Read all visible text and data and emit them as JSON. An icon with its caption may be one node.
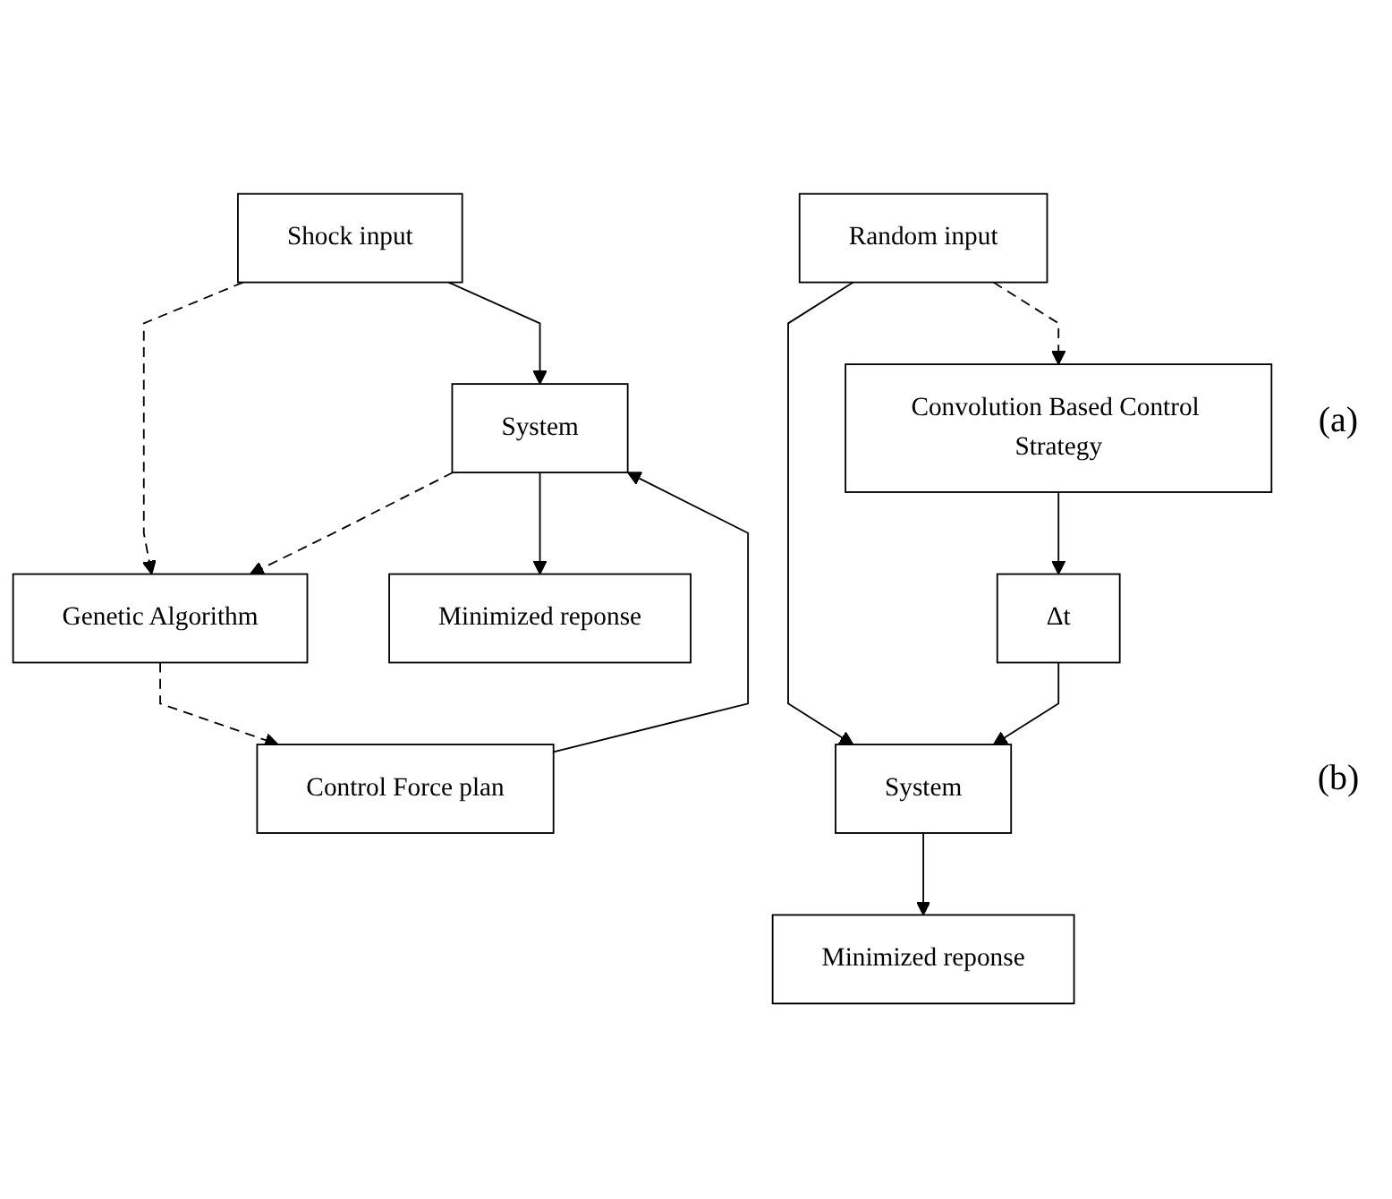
{
  "diagram": {
    "nodes": [
      {
        "text": [
          "Shock input"
        ]
      },
      {
        "text": [
          "Genetic Algorithm"
        ]
      },
      {
        "text": [
          "System"
        ]
      },
      {
        "text": [
          "Minimized reponse"
        ]
      },
      {
        "text": [
          "Control Force plan"
        ]
      },
      {
        "text": [
          "Random input"
        ]
      },
      {
        "text": [
          "System"
        ]
      },
      {
        "text": [
          "Minimized reponse"
        ]
      },
      {
        "text": [
          "Δt"
        ]
      },
      {
        "text": [
          "Convolution Based Control Strategy"
        ]
      }
    ],
    "edges": [
      {
        "from": 0,
        "to": 2,
        "arrow": "to"
      },
      {
        "from": 0,
        "to": 1,
        "arrow": "to",
        "style": "dashed"
      },
      {
        "from": 2,
        "to": 1,
        "arrow": "to",
        "style": "dashed"
      },
      {
        "from": 2,
        "to": 3,
        "arrow": "to"
      },
      {
        "from": 4,
        "to": 2,
        "arrow": "to"
      },
      {
        "from": 1,
        "to": 4,
        "arrow": "to",
        "style": "dashed"
      },
      {
        "from": 5,
        "to": 6,
        "arrow": "to"
      },
      {
        "from": 6,
        "to": 7,
        "arrow": "to"
      },
      {
        "from": 8,
        "to": 6,
        "arrow": "to"
      },
      {
        "from": 9,
        "to": 8,
        "arrow": "to"
      },
      {
        "from": 5,
        "to": 9,
        "arrow": "to",
        "style": "dashed"
      }
    ],
    "labels": [
      "(a)",
      "(b)"
    ]
  }
}
